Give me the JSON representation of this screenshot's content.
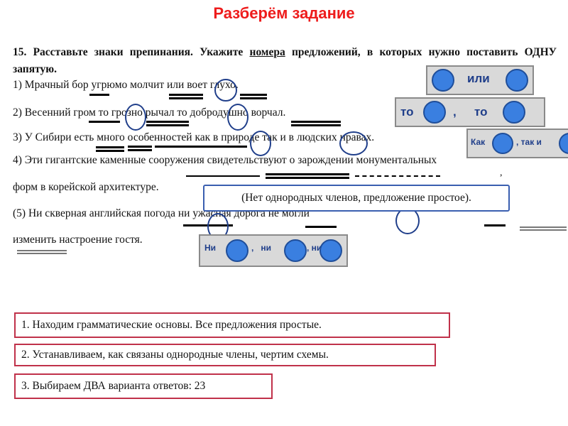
{
  "title": "Разберём задание",
  "task": {
    "prefix": "15. Расставьте знаки препинания. Укажите ",
    "underlined": "номера",
    "suffix": " предложений, в которых нужно поставить ОДНУ запятую."
  },
  "sentences": [
    "1) Мрачный бор угрюмо молчит или воет глухо.",
    "2)  Весенний гром то грозно рычал то добродушно ворчал.",
    "3) У Сибири  есть много особенностей как в природе так и в людских нравах.",
    "4) Эти гигантские каменные сооружения свидетельствуют о зарождении монументальных",
    "форм в корейской архитектуре.",
    "(5) Ни скверная английская погода ни ужасная дорога не могли",
    "изменить настроение гостя."
  ],
  "schemas": {
    "ili": "или",
    "to_first": "то",
    "to_comma": ",",
    "to_second": "то",
    "kak": "Как",
    "tak_i": ", так и",
    "ni_1": "Ни",
    "ni_2": ",   ни",
    "ni_3": ", ни"
  },
  "stray_comma": ",",
  "note": "(Нет однородных членов, предложение простое).",
  "steps": [
    "1. Находим грамматические основы. Все предложения простые.",
    "2. Устанавливаем, как связаны однородные члены, чертим схемы.",
    "3. Выбираем ДВА варианта ответов: 23"
  ],
  "colors": {
    "title": "#ee1c1c",
    "circle": "#1f3e8a",
    "bubble": "#3a7fe0",
    "step_border": "#c0314a",
    "note_border": "#3a5fb0"
  }
}
